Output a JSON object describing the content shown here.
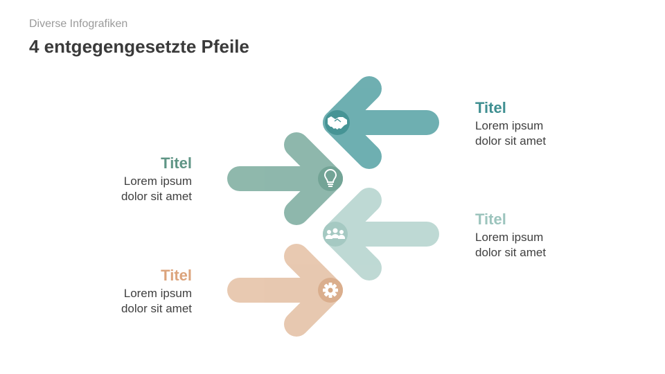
{
  "header": {
    "subtitle": "Diverse Infografiken",
    "title": "4 entgegengesetzte Pfeile"
  },
  "colors": {
    "teal_dark": "#4f9ea0",
    "sage": "#76a89a",
    "mint": "#a6cbc4",
    "peach": "#dfb493"
  },
  "items": [
    {
      "title": "Titel",
      "text_line1": "Lorem ipsum",
      "text_line2": "dolor sit amet",
      "icon": "handshake-icon",
      "color": "#4f9ea0"
    },
    {
      "title": "Titel",
      "text_line1": "Lorem ipsum",
      "text_line2": "dolor sit amet",
      "icon": "lightbulb-icon",
      "color": "#76a89a"
    },
    {
      "title": "Titel",
      "text_line1": "Lorem ipsum",
      "text_line2": "dolor sit amet",
      "icon": "team-icon",
      "color": "#a6cbc4"
    },
    {
      "title": "Titel",
      "text_line1": "Lorem ipsum",
      "text_line2": "dolor sit amet",
      "icon": "gear-icon",
      "color": "#dfb493"
    }
  ]
}
